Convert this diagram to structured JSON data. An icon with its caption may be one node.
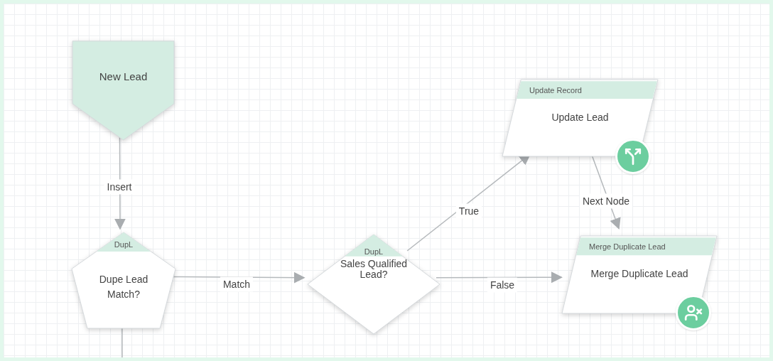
{
  "diagram": {
    "nodes": [
      {
        "text": [
          "New Lead"
        ]
      },
      {
        "text": [
          "DupL",
          "Dupe Lead Match?"
        ]
      },
      {
        "text": [
          "DupL",
          "Sales Qualified Lead?"
        ]
      },
      {
        "text": [
          "Update Record",
          "Update Lead"
        ]
      },
      {
        "text": [
          "Merge Duplicate Lead",
          "Merge Duplicate Lead"
        ]
      }
    ],
    "edges": [
      {
        "from": 0,
        "to": 1,
        "arrow": "to",
        "label": "Insert"
      },
      {
        "from": 1,
        "to": 2,
        "arrow": "to",
        "label": "Match"
      },
      {
        "from": 2,
        "to": 3,
        "arrow": "to",
        "label": "True"
      },
      {
        "from": 2,
        "to": 4,
        "arrow": "to",
        "label": "False"
      },
      {
        "from": 3,
        "to": 4,
        "arrow": "to",
        "label": "Next Node"
      },
      {
        "from": 1,
        "to": null,
        "arrow": "none"
      }
    ]
  }
}
